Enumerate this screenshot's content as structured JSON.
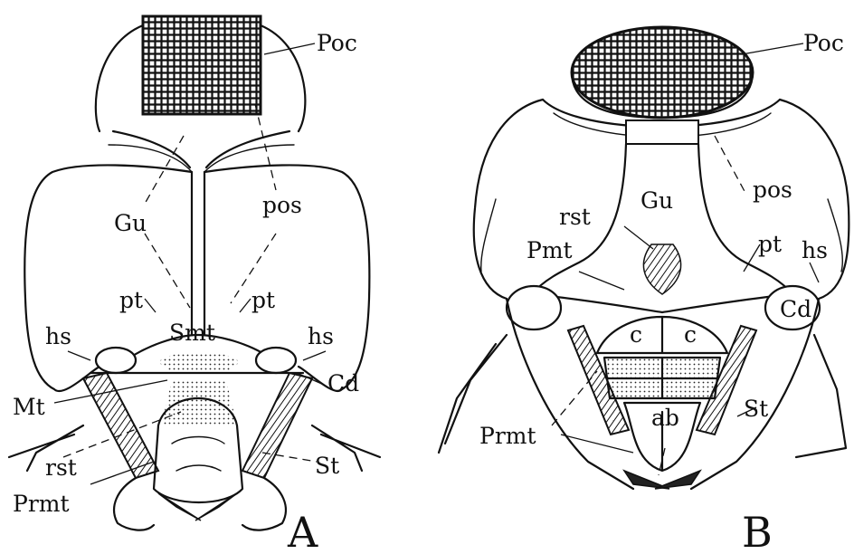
{
  "figure": {
    "panel_a": {
      "letter": "A",
      "labels": {
        "poc": "Poc",
        "gu": "Gu",
        "pos": "pos",
        "pt_left": "pt",
        "pt_right": "pt",
        "hs_left": "hs",
        "hs_right": "hs",
        "smt": "Smt",
        "cd": "Cd",
        "mt": "Mt",
        "rst": "rst",
        "prmt": "Prmt",
        "st": "St"
      }
    },
    "panel_b": {
      "letter": "B",
      "labels": {
        "poc": "Poc",
        "gu": "Gu",
        "pos": "pos",
        "rst": "rst",
        "pmt": "Pmt",
        "pt": "pt",
        "hs": "hs",
        "c_left": "c",
        "c_right": "c",
        "cd": "Cd",
        "st": "St",
        "prmt": "Prmt",
        "ab": "ab"
      }
    }
  }
}
